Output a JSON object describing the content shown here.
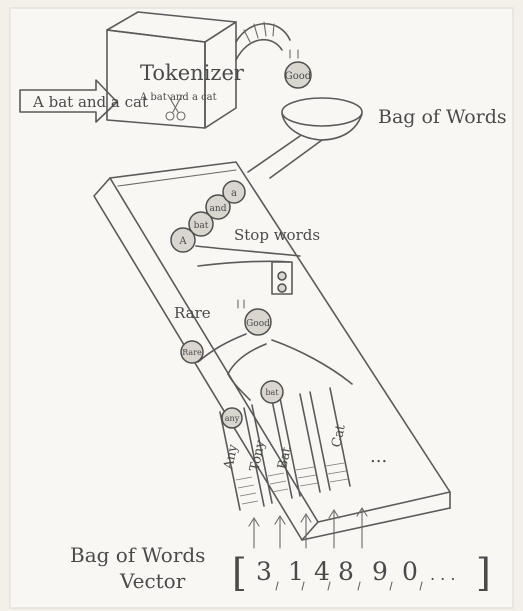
{
  "labels": {
    "tokenizer": "Tokenizer",
    "input_text": "A bat and a cat",
    "bag_of_words": "Bag of Words",
    "stop_words": "Stop words",
    "rare": "Rare",
    "vector_label_line1": "Bag of Words",
    "vector_label_line2": "Vector",
    "ellipsis": "..."
  },
  "tokens": {
    "good_top": "Good",
    "a": "A",
    "bat": "bat",
    "and": "and",
    "a2": "a",
    "good_mid": "Good",
    "rare_token": "Rare"
  },
  "slots": {
    "top_balls": [
      "any",
      "bat"
    ],
    "labels": [
      "Any",
      "Tony",
      "Bat",
      "Cat"
    ]
  },
  "vector": {
    "open": "[",
    "close": "]",
    "values": [
      "3",
      "1",
      "4",
      "8",
      "9",
      "0"
    ],
    "trailing": ". . ."
  }
}
